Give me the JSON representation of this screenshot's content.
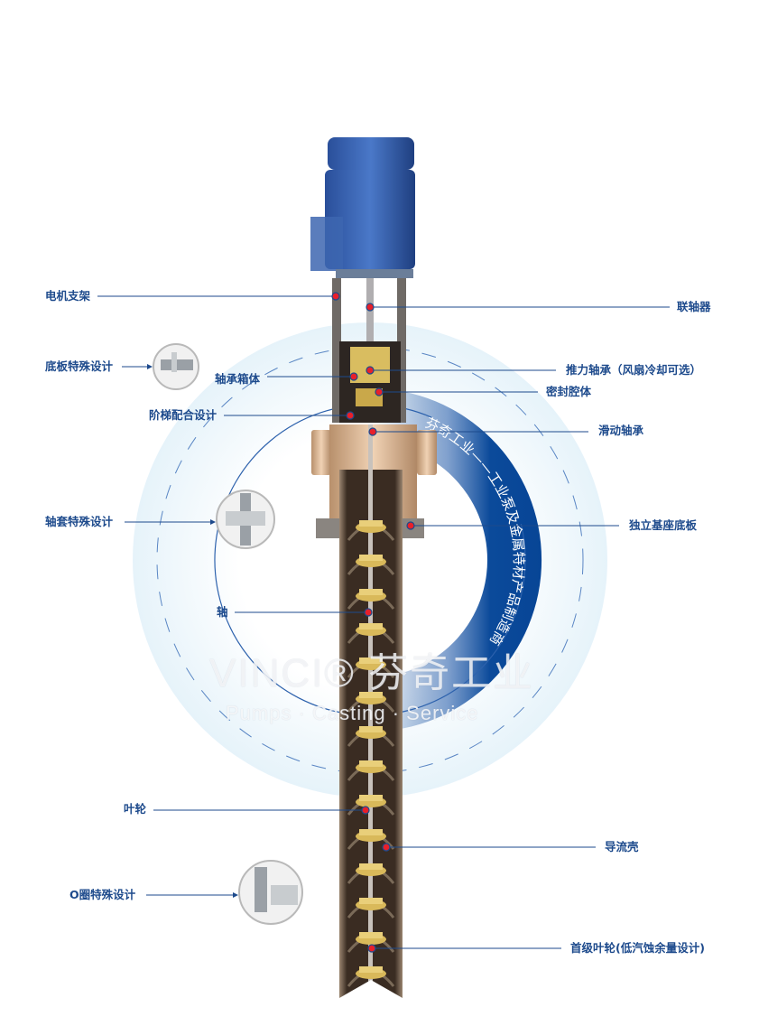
{
  "ring_text": "芬奇工业——工业泵及金属特材产品制造商",
  "watermark": {
    "brand": "VINCI®",
    "brand_cn": "芬奇工业",
    "tagline": "Pumps · Casting · Service"
  },
  "colors": {
    "label": "#1d4a8c",
    "ring": "#0b4a9a",
    "dot": "#e8202a",
    "halo": "#eaf5fb"
  },
  "labels": {
    "motor_bracket": "电机支架",
    "coupling": "联轴器",
    "baseplate_design": "底板特殊设计",
    "thrust_bearing": "推力轴承（风扇冷却可选）",
    "bearing_housing": "轴承箱体",
    "seal_chamber": "密封腔体",
    "step_fit": "阶梯配合设计",
    "sliding_bearing": "滑动轴承",
    "sleeve_design": "轴套特殊设计",
    "base_plate": "独立基座底板",
    "shaft": "轴",
    "impeller": "叶轮",
    "diffuser": "导流壳",
    "oring_design": "O圈特殊设计",
    "first_impeller": "首级叶轮(低汽蚀余量设计)"
  }
}
